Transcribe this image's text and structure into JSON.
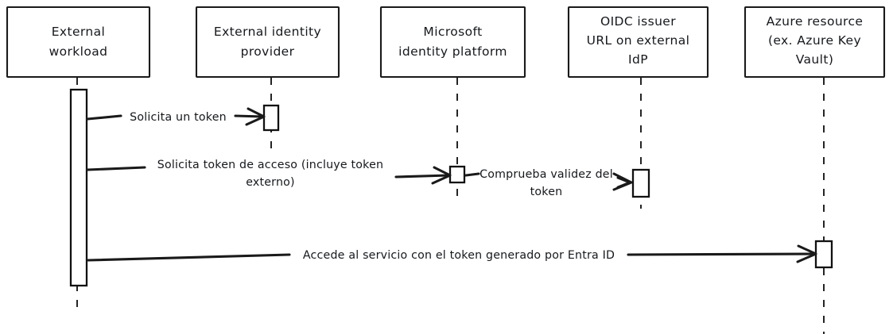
{
  "diagram": {
    "kind": "sequence-diagram",
    "title": "",
    "background_color": "#ffffff",
    "stroke_color": "#1a1a1a",
    "participants": [
      {
        "id": "external-workload",
        "lines": [
          "External",
          "workload"
        ],
        "line1": "External",
        "line2": "workload",
        "line3": ""
      },
      {
        "id": "external-identity-provider",
        "lines": [
          "External identity",
          "provider"
        ],
        "line1": "External identity",
        "line2": "provider",
        "line3": ""
      },
      {
        "id": "microsoft-identity-platform",
        "lines": [
          "Microsoft",
          "identity platform"
        ],
        "line1": "Microsoft",
        "line2": "identity platform",
        "line3": ""
      },
      {
        "id": "oidc-issuer-url",
        "lines": [
          "OIDC issuer",
          "URL on external",
          "IdP"
        ],
        "line1": "OIDC issuer",
        "line2": "URL on external",
        "line3": "IdP"
      },
      {
        "id": "azure-resource",
        "lines": [
          "Azure resource",
          "(ex. Azure Key",
          "Vault)"
        ],
        "line1": "Azure resource",
        "line2": "(ex. Azure Key",
        "line3": "Vault)"
      }
    ],
    "messages": [
      {
        "id": "msg-solicita-un-token",
        "from": "external-workload",
        "to": "external-identity-provider",
        "direction": "right",
        "line1": "Solicita un token",
        "line2": ""
      },
      {
        "id": "msg-solicita-token-de-acceso",
        "from": "external-workload",
        "to": "microsoft-identity-platform",
        "direction": "right",
        "line1": "Solicita token de acceso (incluye token",
        "line2": "externo)"
      },
      {
        "id": "msg-comprueba-validez",
        "from": "microsoft-identity-platform",
        "to": "oidc-issuer-url",
        "direction": "right",
        "line1": "Comprueba validez del",
        "line2": "token"
      },
      {
        "id": "msg-accede-al-servicio",
        "from": "external-workload",
        "to": "azure-resource",
        "direction": "right",
        "line1": "Accede al servicio con el token generado por Entra ID",
        "line2": ""
      }
    ]
  }
}
